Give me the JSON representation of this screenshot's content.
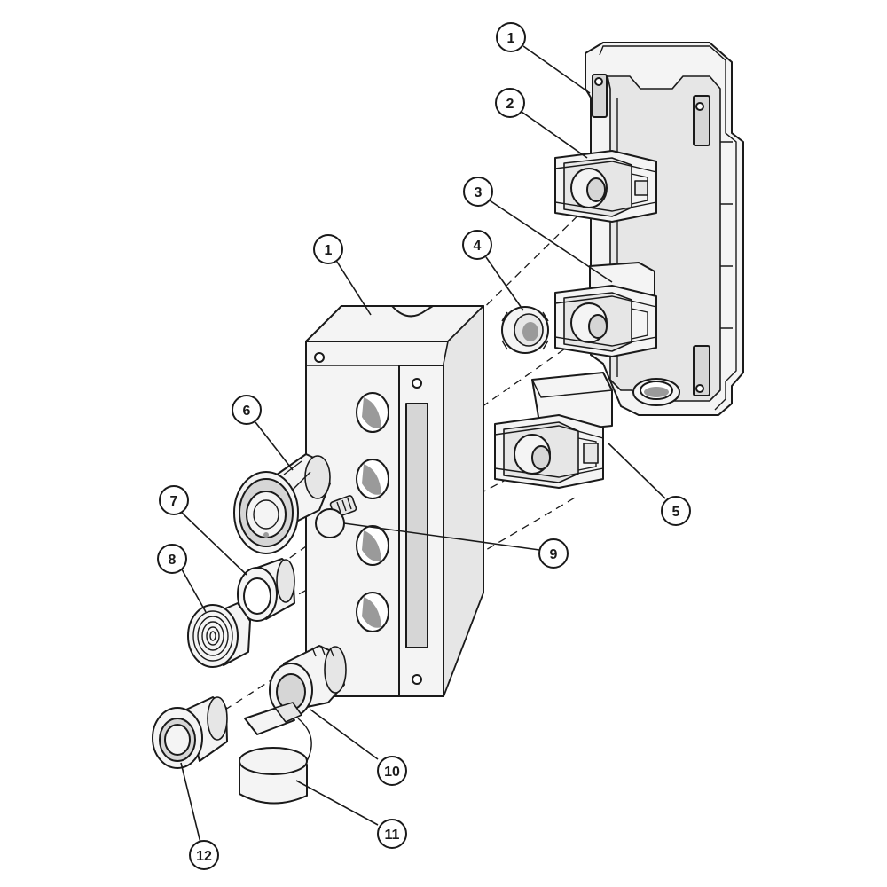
{
  "callouts": [
    {
      "id": "c1a",
      "label": "1"
    },
    {
      "id": "c2",
      "label": "2"
    },
    {
      "id": "c3",
      "label": "3"
    },
    {
      "id": "c4",
      "label": "4"
    },
    {
      "id": "c1b",
      "label": "1"
    },
    {
      "id": "c5",
      "label": "5"
    },
    {
      "id": "c6",
      "label": "6"
    },
    {
      "id": "c7",
      "label": "7"
    },
    {
      "id": "c8",
      "label": "8"
    },
    {
      "id": "c9",
      "label": "9"
    },
    {
      "id": "c10",
      "label": "10"
    },
    {
      "id": "c11",
      "label": "11"
    },
    {
      "id": "c12",
      "label": "12"
    }
  ]
}
